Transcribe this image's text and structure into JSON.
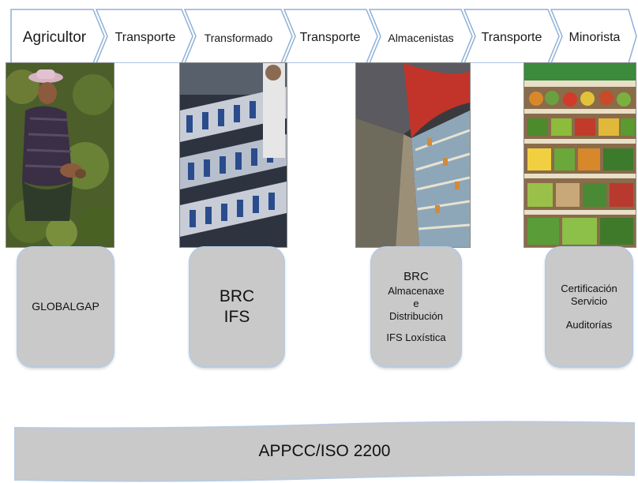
{
  "stages": [
    {
      "label": "Agricultor"
    },
    {
      "label": "Transporte"
    },
    {
      "label": "Transformado"
    },
    {
      "label": "Transporte"
    },
    {
      "label": "Almacenistas"
    },
    {
      "label": "Transporte"
    },
    {
      "label": "Minorista"
    }
  ],
  "certifications": [
    {
      "lines": [
        "GLOBALGAP"
      ]
    },
    {
      "lines": [
        "BRC",
        "IFS"
      ]
    },
    {
      "lines": [
        "BRC",
        "Almacenaxe",
        "e",
        "Distribución",
        "",
        "IFS Loxística"
      ]
    },
    {
      "lines": [
        "Certificación",
        "Servicio",
        "",
        "Auditorías"
      ]
    }
  ],
  "banner": {
    "label": "APPCC/ISO 2200"
  },
  "colors": {
    "chevron_fill": "#ffffff",
    "chevron_stroke": "#8fb1d6",
    "box_fill": "#c9c9c9",
    "box_border": "#b8cbe0"
  }
}
